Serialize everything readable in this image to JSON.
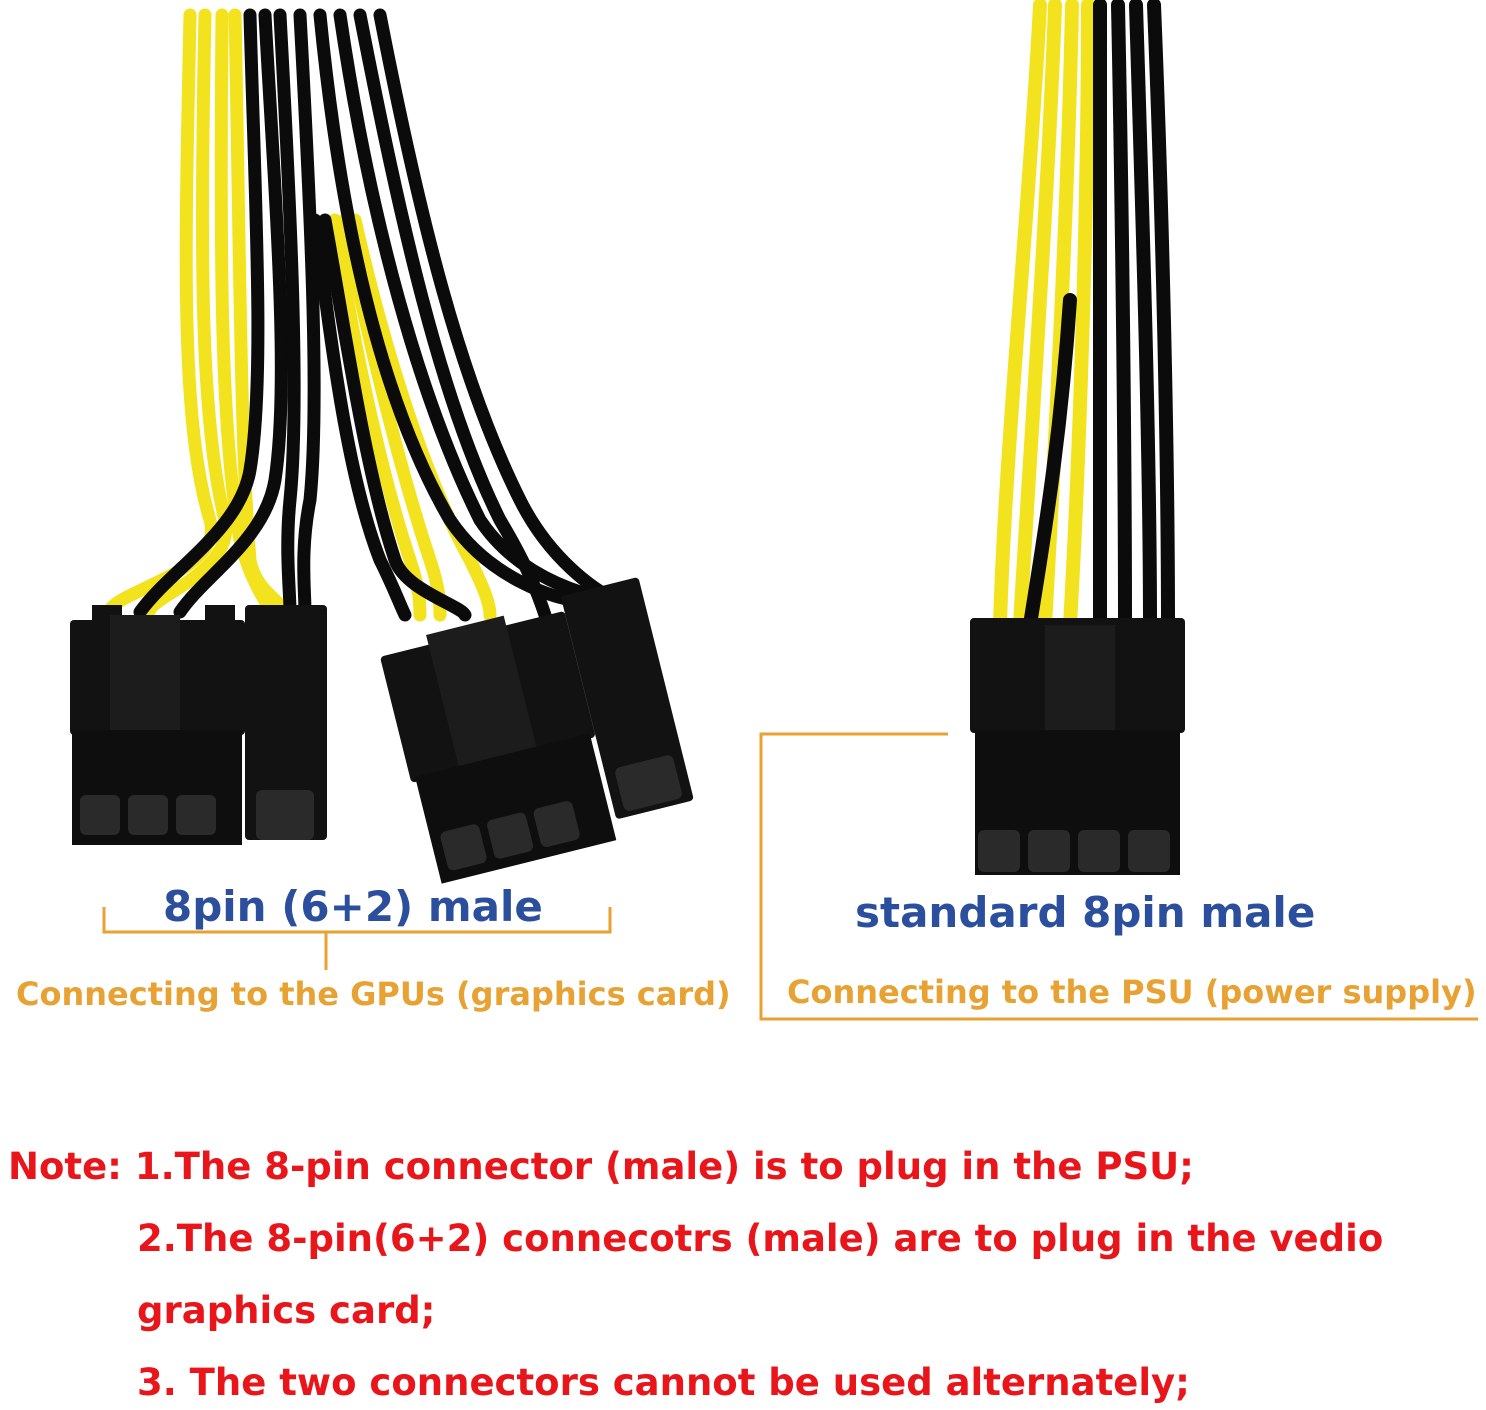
{
  "labels": {
    "left_title": "8pin (6+2) male",
    "left_caption": "Connecting to the GPUs (graphics card)",
    "right_title": "standard 8pin male",
    "right_caption": "Connecting to the PSU (power supply)"
  },
  "note": {
    "line1": "Note: 1.The 8-pin connector (male) is to plug in the PSU;",
    "line2": "2.The 8-pin(6+2) connecotrs (male) are to plug in the vedio",
    "line3": "graphics card;",
    "line4": "3. The two connectors cannot be used alternately;"
  },
  "colors": {
    "wire_yellow": "#f3e31e",
    "wire_black": "#0b0b0b",
    "connector": "#121212",
    "label_blue": "#2b4f9c",
    "caption_orange": "#e8a233",
    "bracket_orange": "#e8a233",
    "note_red": "#e8161b"
  }
}
